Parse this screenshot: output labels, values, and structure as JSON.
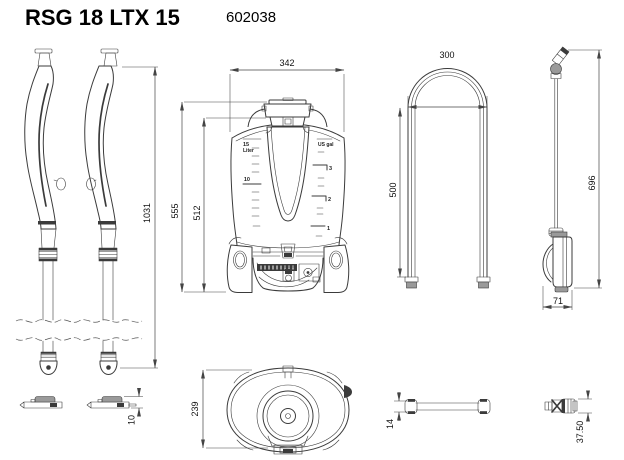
{
  "header": {
    "title": "RSG 18 LTX 15",
    "article_number": "602038"
  },
  "colors": {
    "line": "#3b3b3b",
    "dim": "#444444",
    "text": "#111111",
    "background": "#ffffff"
  },
  "views": {
    "straps": {
      "name": "carry-straps-side-view",
      "length_mm": "1031",
      "clip_height_mm": "10"
    },
    "tank_front": {
      "name": "tank-front-view",
      "width_mm": "342",
      "overall_height_mm": "555",
      "tank_height_mm": "512",
      "scale_left": {
        "max": "15",
        "unit": "Liter",
        "mid": "10"
      },
      "scale_right": {
        "unit": "US gal",
        "marks": [
          "3",
          "2",
          "1"
        ]
      }
    },
    "frame": {
      "name": "carry-frame-front-view",
      "width_mm": "300",
      "height_mm": "500"
    },
    "lance": {
      "name": "spray-lance-side-view",
      "length_mm": "696",
      "grip_width_mm": "71"
    },
    "tank_top": {
      "name": "tank-top-view",
      "depth_mm": "239"
    },
    "hose_bar": {
      "name": "frame-side-profile",
      "thickness_mm": "14"
    },
    "nozzle": {
      "name": "nozzle-side-view",
      "length_mm": "37.50"
    }
  }
}
